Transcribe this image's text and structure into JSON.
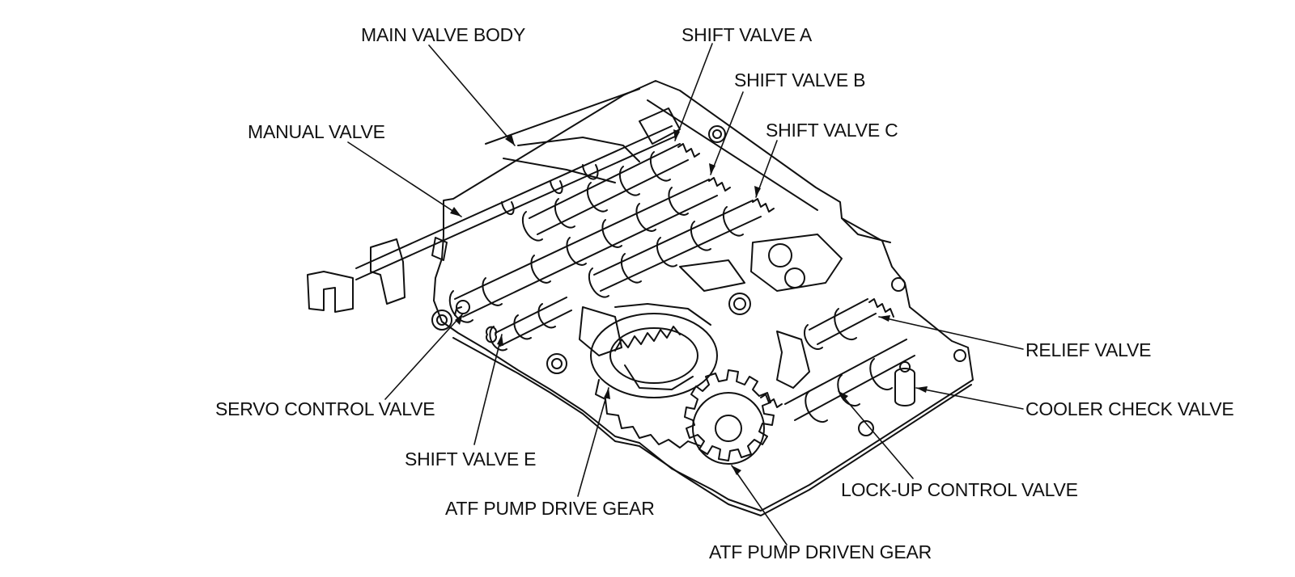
{
  "labels": {
    "main_valve_body": "MAIN VALVE BODY",
    "shift_valve_a": "SHIFT VALVE A",
    "shift_valve_b": "SHIFT VALVE B",
    "shift_valve_c": "SHIFT VALVE C",
    "manual_valve": "MANUAL VALVE",
    "relief_valve": "RELIEF VALVE",
    "cooler_check_valve": "COOLER CHECK VALVE",
    "servo_control_valve": "SERVO CONTROL VALVE",
    "shift_valve_e": "SHIFT VALVE E",
    "lock_up_control_valve": "LOCK-UP CONTROL VALVE",
    "atf_pump_drive_gear": "ATF PUMP DRIVE GEAR",
    "atf_pump_driven_gear": "ATF PUMP DRIVEN GEAR"
  },
  "colors": {
    "ink": "#111111",
    "background": "#ffffff"
  }
}
